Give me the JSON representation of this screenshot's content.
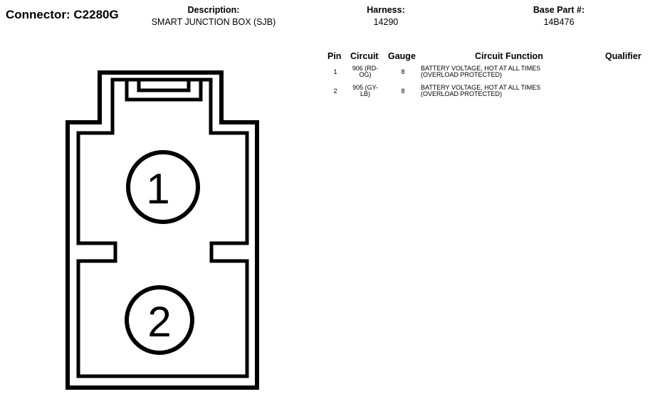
{
  "header": {
    "connector_label": "Connector: C2280G",
    "description_label": "Description:",
    "description_value": "SMART JUNCTION BOX (SJB)",
    "harness_label": "Harness:",
    "harness_value": "14290",
    "base_part_label": "Base Part #:",
    "base_part_value": "14B476"
  },
  "table": {
    "columns": [
      "Pin",
      "Circuit",
      "Gauge",
      "Circuit Function",
      "Qualifier"
    ],
    "rows": [
      {
        "pin": "1",
        "circuit_line1": "906 (RD-",
        "circuit_line2": "OG)",
        "gauge": "8",
        "function_line1": "BATTERY VOLTAGE, HOT AT ALL TIMES",
        "function_line2": "(OVERLOAD PROTECTED)"
      },
      {
        "pin": "2",
        "circuit_line1": "905 (GY-",
        "circuit_line2": "LB)",
        "gauge": "8",
        "function_line1": "BATTERY VOLTAGE, HOT AT ALL TIMES",
        "function_line2": "(OVERLOAD PROTECTED)"
      }
    ]
  },
  "diagram": {
    "pin_labels": [
      "1",
      "2"
    ],
    "stroke_color": "#000000"
  }
}
